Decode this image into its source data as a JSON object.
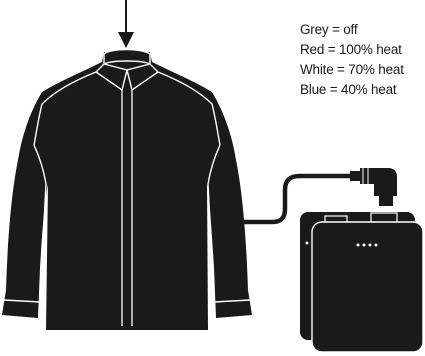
{
  "legend": {
    "items": [
      "Grey = off",
      "Red = 100% heat",
      "White = 70% heat",
      "Blue = 40% heat"
    ]
  },
  "colors": {
    "ink": "#1a1a1a",
    "background": "#ffffff",
    "accent": "#ffffff"
  },
  "icons": {
    "arrow": "down-arrow-icon",
    "jacket": "heated-jacket-icon",
    "battery": "battery-pack-icon",
    "cable": "power-cable-icon",
    "connector": "usb-connector-icon"
  }
}
